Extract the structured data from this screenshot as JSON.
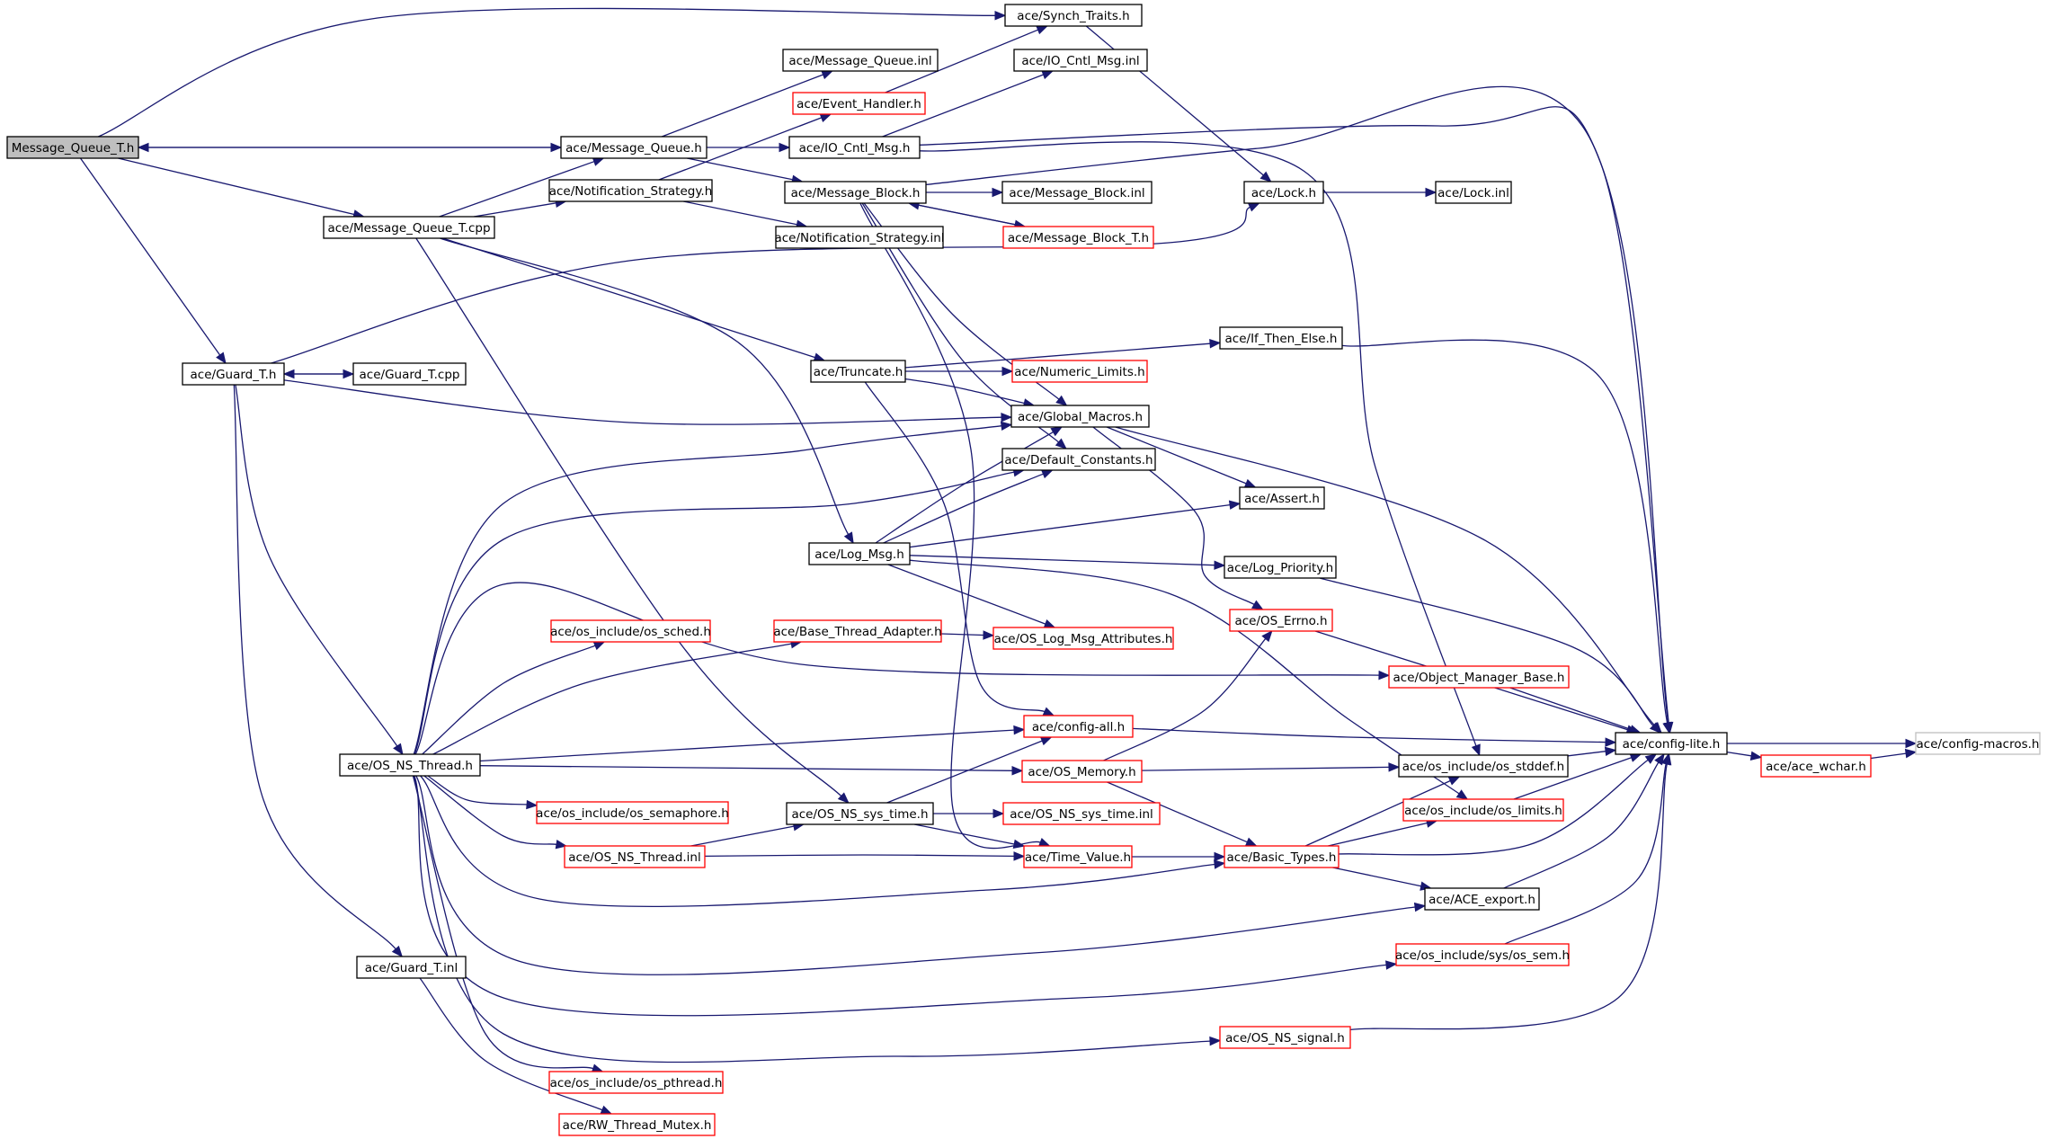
{
  "colors": {
    "edge": "#191970",
    "root_fill": "#bfbfbf",
    "node_border": "#000000",
    "missing_border": "#ff0000",
    "external_border": "#bfbfbf"
  },
  "nodes": [
    {
      "id": "n_root",
      "label": "Message_Queue_T.h",
      "style": "root"
    },
    {
      "id": "n_synch_traits",
      "label": "ace/Synch_Traits.h",
      "style": "normal"
    },
    {
      "id": "n_mq_inl",
      "label": "ace/Message_Queue.inl",
      "style": "normal"
    },
    {
      "id": "n_ioc_inl",
      "label": "ace/IO_Cntl_Msg.inl",
      "style": "normal"
    },
    {
      "id": "n_event_handler",
      "label": "ace/Event_Handler.h",
      "style": "missing"
    },
    {
      "id": "n_mq_h",
      "label": "ace/Message_Queue.h",
      "style": "normal"
    },
    {
      "id": "n_ioc_h",
      "label": "ace/IO_Cntl_Msg.h",
      "style": "normal"
    },
    {
      "id": "n_notif",
      "label": "ace/Notification_Strategy.h",
      "style": "normal"
    },
    {
      "id": "n_mb_h",
      "label": "ace/Message_Block.h",
      "style": "normal"
    },
    {
      "id": "n_mb_inl",
      "label": "ace/Message_Block.inl",
      "style": "normal"
    },
    {
      "id": "n_lock_h",
      "label": "ace/Lock.h",
      "style": "normal"
    },
    {
      "id": "n_lock_inl",
      "label": "ace/Lock.inl",
      "style": "normal"
    },
    {
      "id": "n_mq_t_cpp",
      "label": "ace/Message_Queue_T.cpp",
      "style": "normal"
    },
    {
      "id": "n_notif_inl",
      "label": "ace/Notification_Strategy.inl",
      "style": "normal"
    },
    {
      "id": "n_mb_t",
      "label": "ace/Message_Block_T.h",
      "style": "missing"
    },
    {
      "id": "n_if_then",
      "label": "ace/If_Then_Else.h",
      "style": "normal"
    },
    {
      "id": "n_guard_t_h",
      "label": "ace/Guard_T.h",
      "style": "normal"
    },
    {
      "id": "n_guard_t_cpp",
      "label": "ace/Guard_T.cpp",
      "style": "normal"
    },
    {
      "id": "n_truncate",
      "label": "ace/Truncate.h",
      "style": "normal"
    },
    {
      "id": "n_numeric",
      "label": "ace/Numeric_Limits.h",
      "style": "missing"
    },
    {
      "id": "n_global",
      "label": "ace/Global_Macros.h",
      "style": "normal"
    },
    {
      "id": "n_default",
      "label": "ace/Default_Constants.h",
      "style": "normal"
    },
    {
      "id": "n_assert",
      "label": "ace/Assert.h",
      "style": "normal"
    },
    {
      "id": "n_log_msg",
      "label": "ace/Log_Msg.h",
      "style": "normal"
    },
    {
      "id": "n_log_prio",
      "label": "ace/Log_Priority.h",
      "style": "normal"
    },
    {
      "id": "n_os_errno",
      "label": "ace/OS_Errno.h",
      "style": "missing"
    },
    {
      "id": "n_os_sched",
      "label": "ace/os_include/os_sched.h",
      "style": "missing"
    },
    {
      "id": "n_base_thread",
      "label": "ace/Base_Thread_Adapter.h",
      "style": "missing"
    },
    {
      "id": "n_log_attr",
      "label": "ace/OS_Log_Msg_Attributes.h",
      "style": "missing"
    },
    {
      "id": "n_obj_mgr",
      "label": "ace/Object_Manager_Base.h",
      "style": "missing"
    },
    {
      "id": "n_config_all",
      "label": "ace/config-all.h",
      "style": "missing"
    },
    {
      "id": "n_config_lite",
      "label": "ace/config-lite.h",
      "style": "normal"
    },
    {
      "id": "n_config_macros",
      "label": "ace/config-macros.h",
      "style": "external"
    },
    {
      "id": "n_ace_wchar",
      "label": "ace/ace_wchar.h",
      "style": "missing"
    },
    {
      "id": "n_os_ns_thread",
      "label": "ace/OS_NS_Thread.h",
      "style": "normal"
    },
    {
      "id": "n_os_memory",
      "label": "ace/OS_Memory.h",
      "style": "missing"
    },
    {
      "id": "n_os_stddef",
      "label": "ace/os_include/os_stddef.h",
      "style": "normal"
    },
    {
      "id": "n_os_sem",
      "label": "ace/os_include/os_semaphore.h",
      "style": "missing"
    },
    {
      "id": "n_sys_time_h",
      "label": "ace/OS_NS_sys_time.h",
      "style": "normal"
    },
    {
      "id": "n_sys_time_inl",
      "label": "ace/OS_NS_sys_time.inl",
      "style": "missing"
    },
    {
      "id": "n_os_limits",
      "label": "ace/os_include/os_limits.h",
      "style": "missing"
    },
    {
      "id": "n_thread_inl",
      "label": "ace/OS_NS_Thread.inl",
      "style": "missing"
    },
    {
      "id": "n_time_value",
      "label": "ace/Time_Value.h",
      "style": "missing"
    },
    {
      "id": "n_basic_types",
      "label": "ace/Basic_Types.h",
      "style": "missing"
    },
    {
      "id": "n_ace_export",
      "label": "ace/ACE_export.h",
      "style": "normal"
    },
    {
      "id": "n_guard_t_inl",
      "label": "ace/Guard_T.inl",
      "style": "normal"
    },
    {
      "id": "n_sys_os_sem",
      "label": "ace/os_include/sys/os_sem.h",
      "style": "missing"
    },
    {
      "id": "n_os_signal",
      "label": "ace/OS_NS_signal.h",
      "style": "missing"
    },
    {
      "id": "n_os_pthread",
      "label": "ace/os_include/os_pthread.h",
      "style": "missing"
    },
    {
      "id": "n_rw_mutex",
      "label": "ace/RW_Thread_Mutex.h",
      "style": "missing"
    }
  ],
  "edges": [
    [
      "n_root",
      "n_synch_traits"
    ],
    [
      "n_root",
      "n_mq_h"
    ],
    [
      "n_root",
      "n_mq_t_cpp"
    ],
    [
      "n_root",
      "n_guard_t_h"
    ],
    [
      "n_mq_h",
      "n_root"
    ],
    [
      "n_mq_h",
      "n_mq_inl"
    ],
    [
      "n_mq_h",
      "n_ioc_h"
    ],
    [
      "n_mq_h",
      "n_mb_h"
    ],
    [
      "n_mq_t_cpp",
      "n_mq_h"
    ],
    [
      "n_mq_t_cpp",
      "n_notif"
    ],
    [
      "n_mq_t_cpp",
      "n_truncate"
    ],
    [
      "n_mq_t_cpp",
      "n_log_msg"
    ],
    [
      "n_mq_t_cpp",
      "n_sys_time_h"
    ],
    [
      "n_notif",
      "n_event_handler"
    ],
    [
      "n_notif",
      "n_notif_inl"
    ],
    [
      "n_event_handler",
      "n_synch_traits"
    ],
    [
      "n_synch_traits",
      "n_lock_h"
    ],
    [
      "n_lock_h",
      "n_lock_inl"
    ],
    [
      "n_ioc_h",
      "n_ioc_inl"
    ],
    [
      "n_ioc_h",
      "n_config_lite"
    ],
    [
      "n_ioc_h",
      "n_os_stddef"
    ],
    [
      "n_mb_h",
      "n_mb_inl"
    ],
    [
      "n_mb_h",
      "n_mb_t"
    ],
    [
      "n_mb_t",
      "n_mb_h"
    ],
    [
      "n_mb_h",
      "n_config_lite"
    ],
    [
      "n_mb_h",
      "n_global"
    ],
    [
      "n_mb_h",
      "n_default"
    ],
    [
      "n_mb_h",
      "n_time_value"
    ],
    [
      "n_guard_t_h",
      "n_lock_h"
    ],
    [
      "n_guard_t_h",
      "n_guard_t_cpp"
    ],
    [
      "n_guard_t_cpp",
      "n_guard_t_h"
    ],
    [
      "n_guard_t_h",
      "n_global"
    ],
    [
      "n_guard_t_h",
      "n_os_ns_thread"
    ],
    [
      "n_guard_t_h",
      "n_guard_t_inl"
    ],
    [
      "n_truncate",
      "n_if_then"
    ],
    [
      "n_truncate",
      "n_numeric"
    ],
    [
      "n_truncate",
      "n_global"
    ],
    [
      "n_truncate",
      "n_config_all"
    ],
    [
      "n_if_then",
      "n_config_lite"
    ],
    [
      "n_global",
      "n_config_lite"
    ],
    [
      "n_global",
      "n_assert"
    ],
    [
      "n_global",
      "n_os_errno"
    ],
    [
      "n_log_msg",
      "n_global"
    ],
    [
      "n_log_msg",
      "n_default"
    ],
    [
      "n_log_msg",
      "n_assert"
    ],
    [
      "n_log_msg",
      "n_log_prio"
    ],
    [
      "n_log_msg",
      "n_log_attr"
    ],
    [
      "n_log_msg",
      "n_os_limits"
    ],
    [
      "n_log_prio",
      "n_config_lite"
    ],
    [
      "n_os_errno",
      "n_config_lite"
    ],
    [
      "n_obj_mgr",
      "n_config_lite"
    ],
    [
      "n_config_all",
      "n_config_lite"
    ],
    [
      "n_config_lite",
      "n_config_macros"
    ],
    [
      "n_config_lite",
      "n_ace_wchar"
    ],
    [
      "n_ace_wchar",
      "n_config_macros"
    ],
    [
      "n_os_ns_thread",
      "n_global"
    ],
    [
      "n_os_ns_thread",
      "n_default"
    ],
    [
      "n_os_ns_thread",
      "n_os_sched"
    ],
    [
      "n_os_ns_thread",
      "n_base_thread"
    ],
    [
      "n_os_ns_thread",
      "n_obj_mgr"
    ],
    [
      "n_os_ns_thread",
      "n_config_all"
    ],
    [
      "n_os_ns_thread",
      "n_os_memory"
    ],
    [
      "n_os_ns_thread",
      "n_os_sem"
    ],
    [
      "n_os_ns_thread",
      "n_thread_inl"
    ],
    [
      "n_os_ns_thread",
      "n_basic_types"
    ],
    [
      "n_os_ns_thread",
      "n_ace_export"
    ],
    [
      "n_os_ns_thread",
      "n_sys_os_sem"
    ],
    [
      "n_os_ns_thread",
      "n_os_signal"
    ],
    [
      "n_os_ns_thread",
      "n_os_pthread"
    ],
    [
      "n_base_thread",
      "n_log_attr"
    ],
    [
      "n_os_memory",
      "n_os_errno"
    ],
    [
      "n_os_memory",
      "n_os_stddef"
    ],
    [
      "n_os_memory",
      "n_basic_types"
    ],
    [
      "n_os_stddef",
      "n_config_lite"
    ],
    [
      "n_os_limits",
      "n_config_lite"
    ],
    [
      "n_sys_time_h",
      "n_config_all"
    ],
    [
      "n_sys_time_h",
      "n_sys_time_inl"
    ],
    [
      "n_sys_time_h",
      "n_time_value"
    ],
    [
      "n_thread_inl",
      "n_sys_time_h"
    ],
    [
      "n_thread_inl",
      "n_time_value"
    ],
    [
      "n_time_value",
      "n_basic_types"
    ],
    [
      "n_basic_types",
      "n_os_stddef"
    ],
    [
      "n_basic_types",
      "n_os_limits"
    ],
    [
      "n_basic_types",
      "n_config_lite"
    ],
    [
      "n_basic_types",
      "n_ace_export"
    ],
    [
      "n_ace_export",
      "n_config_lite"
    ],
    [
      "n_sys_os_sem",
      "n_config_lite"
    ],
    [
      "n_os_signal",
      "n_config_lite"
    ],
    [
      "n_guard_t_inl",
      "n_rw_mutex"
    ]
  ]
}
